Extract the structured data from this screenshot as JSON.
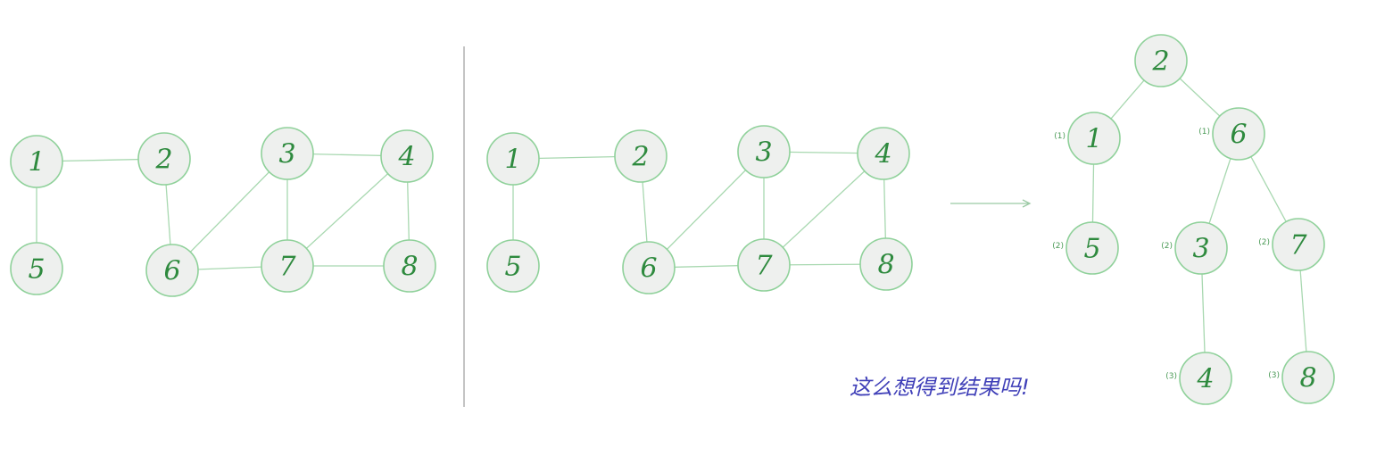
{
  "colors": {
    "node_fill": "#eef0ee",
    "node_stroke": "#8fd19a",
    "node_text": "#2e8a3e",
    "edge": "#a8d8b0",
    "divider": "#b0b0b0",
    "caption": "#3f3fb8"
  },
  "graph_left": {
    "nodes": [
      "1",
      "2",
      "3",
      "4",
      "5",
      "6",
      "7",
      "8"
    ],
    "edges": [
      [
        "1",
        "2"
      ],
      [
        "1",
        "5"
      ],
      [
        "2",
        "6"
      ],
      [
        "3",
        "4"
      ],
      [
        "3",
        "6"
      ],
      [
        "3",
        "7"
      ],
      [
        "4",
        "7"
      ],
      [
        "4",
        "8"
      ],
      [
        "6",
        "7"
      ],
      [
        "7",
        "8"
      ]
    ]
  },
  "graph_middle": {
    "nodes": [
      "1",
      "2",
      "3",
      "4",
      "5",
      "6",
      "7",
      "8"
    ],
    "edges": [
      [
        "1",
        "2"
      ],
      [
        "1",
        "5"
      ],
      [
        "2",
        "6"
      ],
      [
        "3",
        "4"
      ],
      [
        "3",
        "6"
      ],
      [
        "3",
        "7"
      ],
      [
        "4",
        "7"
      ],
      [
        "4",
        "8"
      ],
      [
        "6",
        "7"
      ],
      [
        "7",
        "8"
      ]
    ]
  },
  "tree": {
    "root": "2",
    "nodes": [
      {
        "id": "2",
        "order": ""
      },
      {
        "id": "1",
        "order": "(1)"
      },
      {
        "id": "6",
        "order": "(1)"
      },
      {
        "id": "5",
        "order": "(2)"
      },
      {
        "id": "3",
        "order": "(2)"
      },
      {
        "id": "7",
        "order": "(2)"
      },
      {
        "id": "4",
        "order": "(3)"
      },
      {
        "id": "8",
        "order": "(3)"
      }
    ],
    "edges": [
      [
        "2",
        "1"
      ],
      [
        "2",
        "6"
      ],
      [
        "1",
        "5"
      ],
      [
        "6",
        "3"
      ],
      [
        "6",
        "7"
      ],
      [
        "3",
        "4"
      ],
      [
        "7",
        "8"
      ]
    ]
  },
  "caption": "这么想得到结果吗!"
}
